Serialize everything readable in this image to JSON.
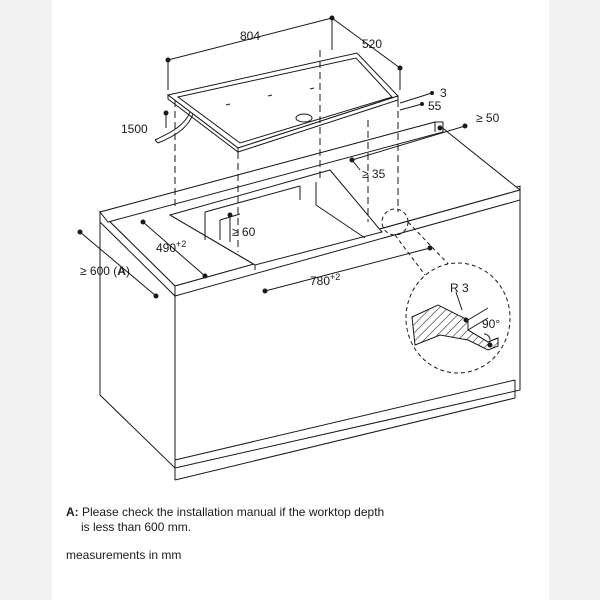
{
  "dimensions": {
    "hob_width": "804",
    "hob_depth": "520",
    "cable_length": "1500",
    "hob_thickness": "3",
    "installation_depth": "55",
    "rear_clearance": "≥ 50",
    "rear_edge_distance": "≥ 35",
    "front_edge_distance": "≥ 60",
    "cutout_depth_base": "490",
    "cutout_depth_tol": "+2",
    "cutout_width_base": "780",
    "cutout_width_tol": "+2",
    "worktop_depth_base": "≥ 600 (",
    "worktop_depth_ref": "A",
    "worktop_depth_end": ")",
    "radius": "R 3",
    "angle": "90°"
  },
  "notes": {
    "label": "A:",
    "line1": "Please check the installation manual if the worktop depth",
    "line2": "is less than 600 mm.",
    "units": "measurements in mm"
  },
  "colors": {
    "line": "#1a1a1a",
    "hatch": "#1a1a1a",
    "background": "#ffffff",
    "margin": "#f2f2f2"
  }
}
